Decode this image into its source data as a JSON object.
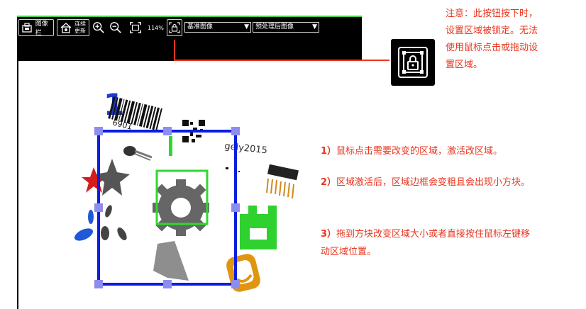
{
  "toolbar": {
    "image_bar_label": "图像栏",
    "continuous_label_1": "连续",
    "continuous_label_2": "更新",
    "zoom_level": "114%",
    "base_image_select": "基准图像",
    "preprocessed_select": "预处理后图像"
  },
  "notes": {
    "lock_note": "注意：此按钮按下时，设置区域被锁定。无法使用鼠标点击或拖动设置区域。",
    "step1_num": "1）",
    "step1": "鼠标点击需要改变的区域，激活改区域。",
    "step2_num": "2）",
    "step2": "区域激活后，区域边框会变粗且会出现小方块。",
    "step3_num": "3）",
    "step3": "拖到方块改变区域大小或者直接按住鼠标左键移动区域位置。"
  },
  "scene_text": {
    "barcode_number": "6901",
    "numeral": "1",
    "logo_text": "gely2015"
  },
  "colors": {
    "annotation_red": "#e8361f",
    "region_blue": "#0a1de0",
    "handle_blue": "#8d8df0",
    "inner_green": "#2fd82f",
    "toolbar_black": "#000000"
  },
  "icons": [
    "image-bar-icon",
    "continuous-update-icon",
    "zoom-in-icon",
    "zoom-out-icon",
    "fit-view-icon",
    "region-lock-icon"
  ]
}
